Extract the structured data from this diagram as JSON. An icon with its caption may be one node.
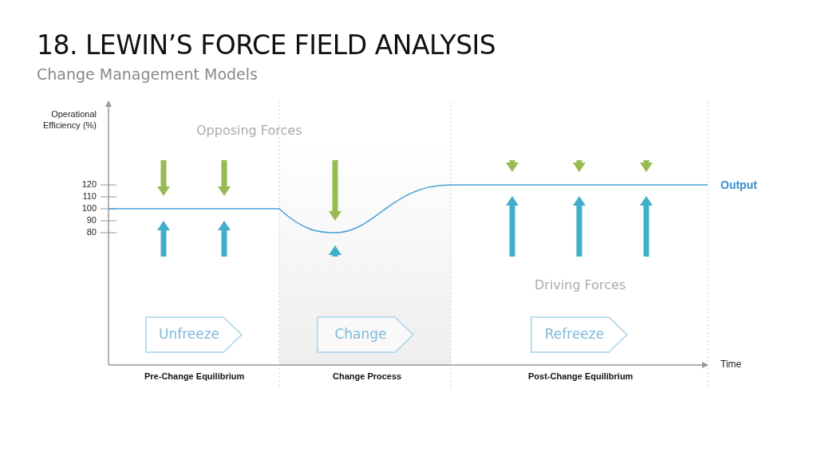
{
  "diagram": {
    "title": "18. LEWIN’S FORCE FIELD ANALYSIS",
    "nodes": [
      {
        "text": [
          "Unfreeze"
        ]
      },
      {
        "text": [
          "Change"
        ]
      },
      {
        "text": [
          "Refreeze"
        ]
      }
    ],
    "labels": [
      "Change Management Models",
      "Operational Efficiency (%)",
      "Opposing Forces",
      "120",
      "110",
      "100",
      "90",
      "80",
      "Output",
      "Driving Forces",
      "Time",
      "Pre-Change Equilibrium",
      "Change Process",
      "Post-Change Equilibrium"
    ]
  }
}
